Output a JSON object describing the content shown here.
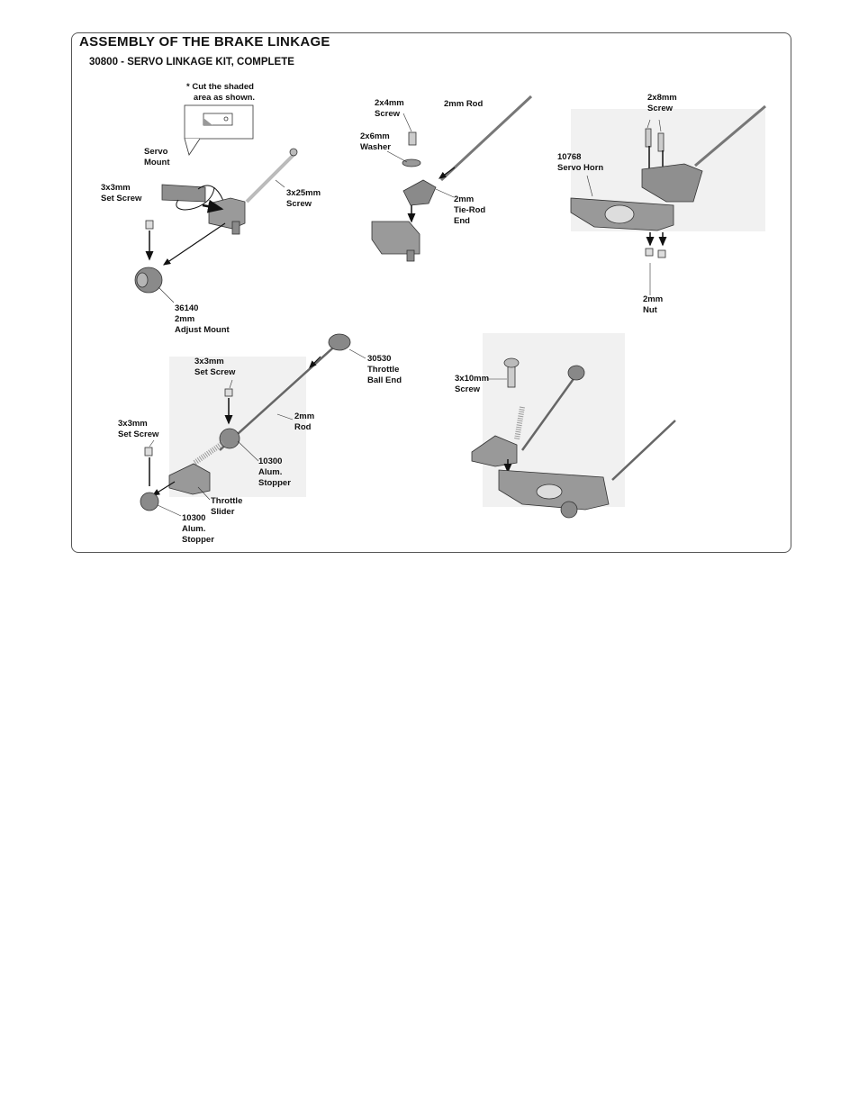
{
  "title": "ASSEMBLY OF THE BRAKE LINKAGE",
  "subtitle": "30800 - SERVO LINKAGE KIT, COMPLETE",
  "labels": {
    "cut_note": "* Cut the shaded\n   area as shown.",
    "servo_mount": "Servo\nMount",
    "set_screw_a": "3x3mm\nSet Screw",
    "screw_3x25": "3x25mm\nScrew",
    "adjust_mount": "36140\n2mm\nAdjust Mount",
    "screw_2x4": "2x4mm\nScrew",
    "rod_2mm_a": "2mm Rod",
    "washer_2x6": "2x6mm\nWasher",
    "tie_rod_end": "2mm\nTie-Rod\nEnd",
    "screw_2x8": "2x8mm\nScrew",
    "servo_horn": "10768\nServo Horn",
    "nut_2mm": "2mm\nNut",
    "set_screw_b": "3x3mm\nSet Screw",
    "throttle_ball_end": "30530\nThrottle\nBall End",
    "rod_2mm_b": "2mm\nRod",
    "set_screw_c": "3x3mm\nSet Screw",
    "alum_stopper_a": "10300\nAlum.\nStopper",
    "throttle_slider": "Throttle\nSlider",
    "alum_stopper_b": "10300\nAlum.\nStopper",
    "screw_3x10": "3x10mm\nScrew"
  }
}
